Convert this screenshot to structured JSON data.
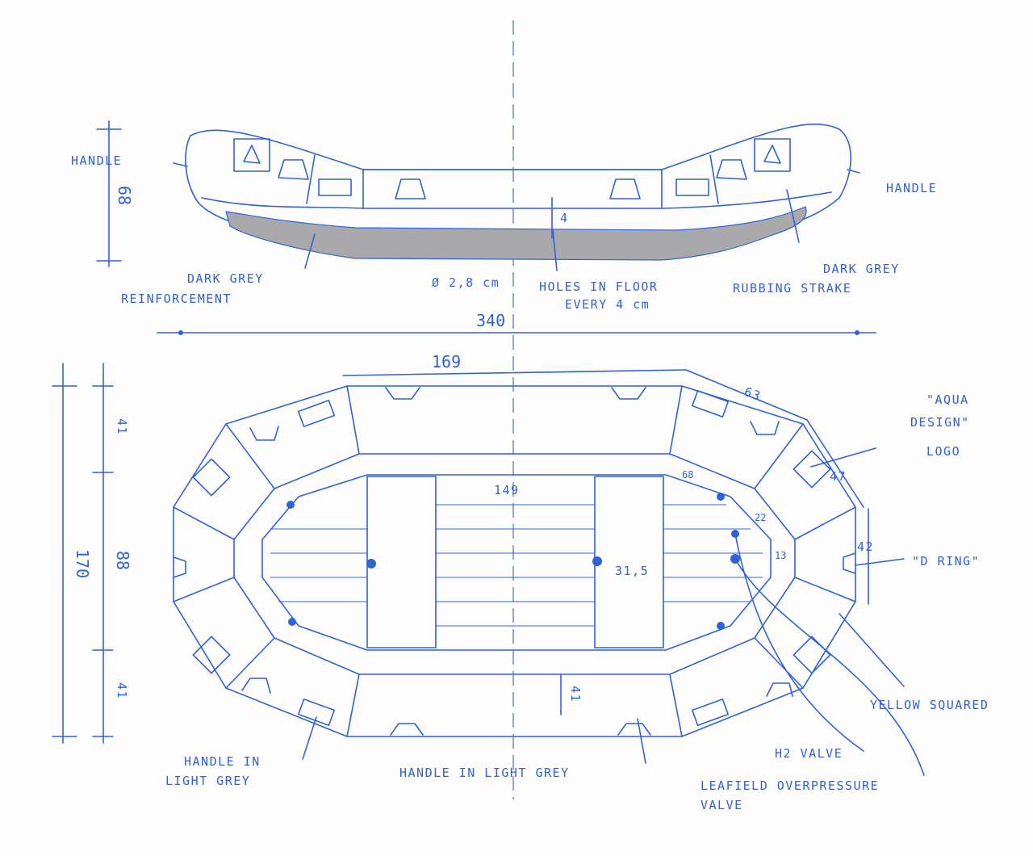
{
  "side_view": {
    "handle_left": "HANDLE",
    "handle_right": "HANDLE",
    "height_dim": "68",
    "strip_height_dim": "4",
    "dark_grey_reinforcement": [
      "DARK GREY",
      "REINFORCEMENT"
    ],
    "floor_hole_dia": "Ø 2,8 cm",
    "holes_in_floor": [
      "HOLES IN FLOOR",
      "EVERY 4 cm"
    ],
    "dark_grey_rubbing_strake": [
      "DARK GREY",
      "RUBBING STRAKE"
    ],
    "overall_length": "340"
  },
  "top_view": {
    "top_tube_length": "169",
    "angled_tube_length": "63",
    "inner_length": "149",
    "seg_68": "68",
    "seg_22": "22",
    "seg_13": "13",
    "seg_31_5": "31,5",
    "seg_47": "47",
    "seg_42": "42",
    "width_total": "170",
    "width_inner": "88",
    "width_tube_top": "41",
    "width_tube_bottom": "41",
    "floor_tube": "41",
    "aqua_design_logo": [
      "\"AQUA",
      "DESIGN\"",
      "LOGO"
    ],
    "d_ring": "\"D RING\"",
    "yellow_squared": "YELLOW SQUARED",
    "h2_valve": "H2 VALVE",
    "leafield_valve": [
      "LEAFIELD OVERPRESSURE",
      "VALVE"
    ],
    "handle_light_grey_center": "HANDLE IN LIGHT GREY",
    "handle_light_grey_left": [
      "HANDLE IN",
      "LIGHT GREY"
    ]
  },
  "colors": {
    "ink": "#2f62d9",
    "paper": "#fdfdfe",
    "grey": "#a9a9ab"
  }
}
